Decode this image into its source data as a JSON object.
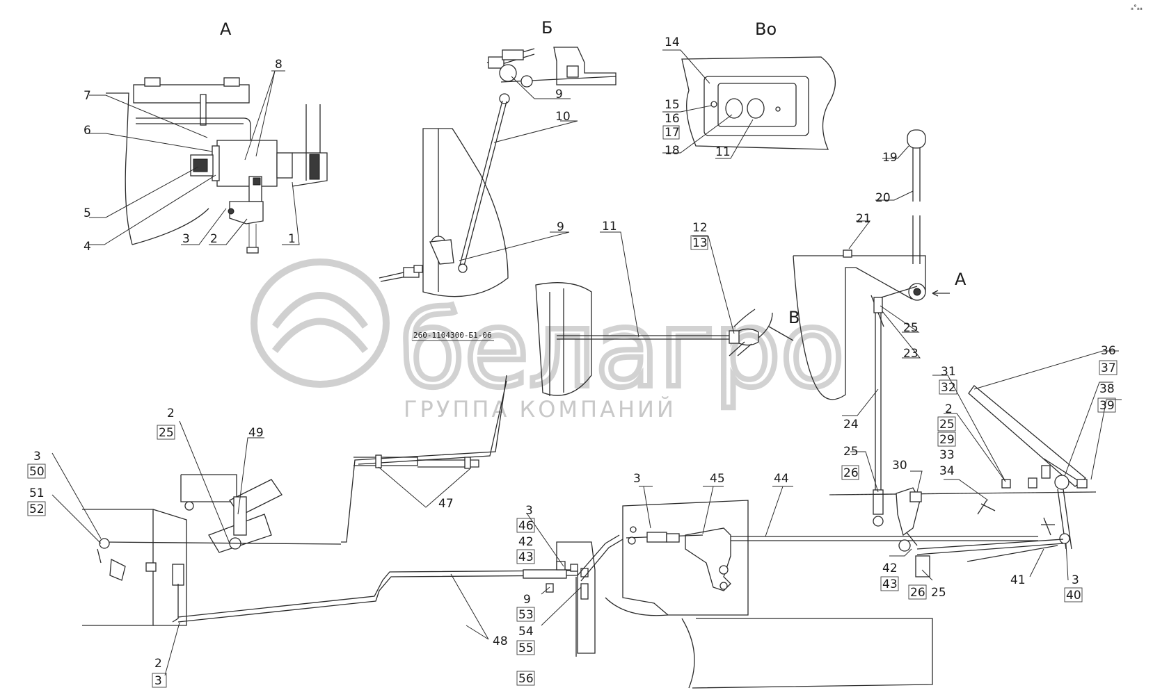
{
  "watermark": {
    "brand": "белагро",
    "tagline": "ГРУППА КОМПАНИЙ"
  },
  "views": {
    "a": "А",
    "b": "Б",
    "v": "Во",
    "arrow_a": "А",
    "arrow_v": "В"
  },
  "part_code": "260-1104300-Б1-06",
  "corner_mark": "ₐ°ₐₐ",
  "labels": {
    "n1": "1",
    "n2": "2",
    "n3": "3",
    "n4": "4",
    "n5": "5",
    "n6": "6",
    "n7": "7",
    "n8": "8",
    "n9": "9",
    "n10": "10",
    "n11": "11",
    "n12": "12",
    "n13": "13",
    "n14": "14",
    "n15": "15",
    "n16": "16",
    "n17": "17",
    "n18": "18",
    "n19": "19",
    "n20": "20",
    "n21": "21",
    "n23": "23",
    "n24": "24",
    "n25": "25",
    "n26": "26",
    "n29": "29",
    "n30": "30",
    "n31": "31",
    "n32": "32",
    "n33": "33",
    "n34": "34",
    "n36": "36",
    "n37": "37",
    "n38": "38",
    "n39": "39",
    "n40": "40",
    "n41": "41",
    "n42": "42",
    "n43": "43",
    "n44": "44",
    "n45": "45",
    "n46": "46",
    "n47": "47",
    "n48": "48",
    "n49": "49",
    "n50": "50",
    "n51": "51",
    "n52": "52",
    "n53": "53",
    "n54": "54",
    "n55": "55",
    "n56": "56"
  }
}
